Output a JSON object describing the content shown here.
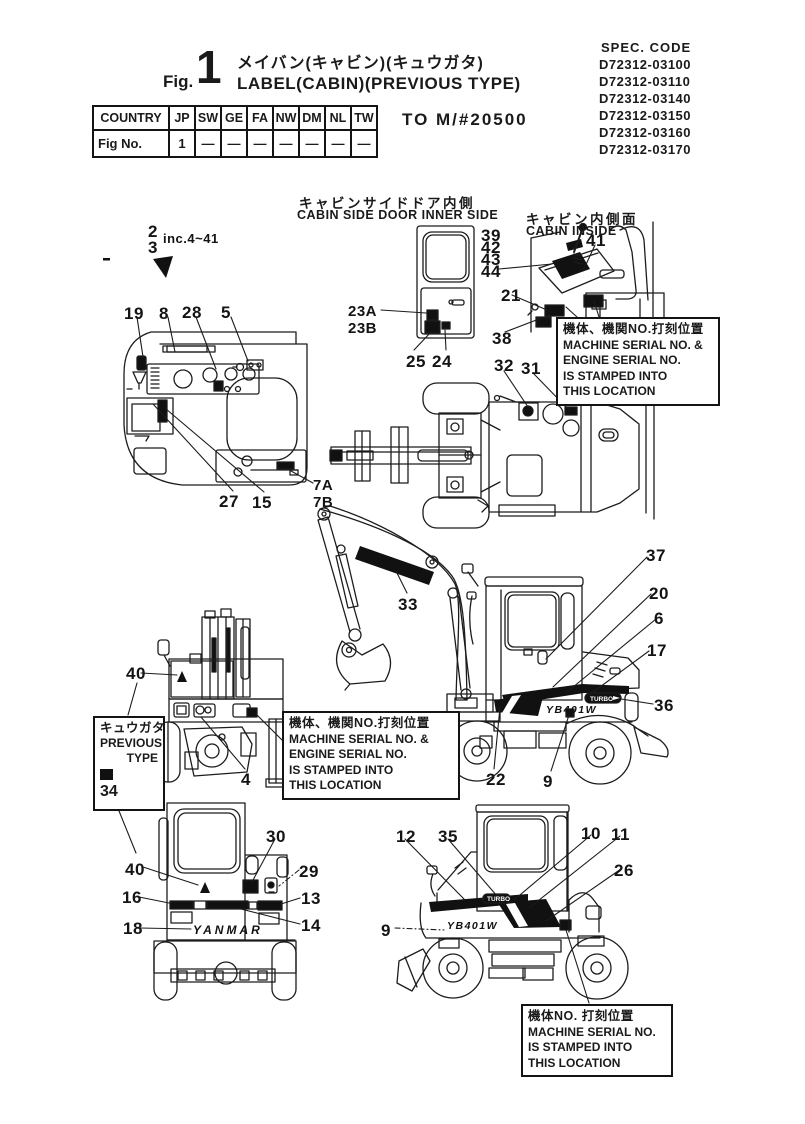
{
  "header": {
    "fig_label": "Fig.",
    "fig_number": "1",
    "title_jp": "メイバン(キャビン)(キュウガタ)",
    "title_en": "LABEL(CABIN)(PREVIOUS  TYPE)",
    "to_machine": "TO M/#20500",
    "spec_code_title": "SPEC. CODE",
    "spec_codes": [
      "D72312-03100",
      "D72312-03110",
      "D72312-03140",
      "D72312-03150",
      "D72312-03160",
      "D72312-03170"
    ]
  },
  "country_table": {
    "headers": [
      "COUNTRY",
      "JP",
      "SW",
      "GE",
      "FA",
      "NW",
      "DM",
      "NL",
      "TW"
    ],
    "row_label": "Fig No.",
    "values": [
      "1",
      "—",
      "—",
      "—",
      "—",
      "—",
      "—",
      "—"
    ]
  },
  "sections": {
    "door": {
      "jp": "キャビンサイドドア内側",
      "en": "CABIN SIDE DOOR INNER SIDE"
    },
    "cabin_inside": {
      "jp": "キャビン内側面",
      "en": "CABIN INSIDE"
    }
  },
  "notes": {
    "inc": {
      "n1": "2",
      "n2": "3",
      "text": "inc.4~41"
    },
    "serial_full": {
      "jp": "機体、機関NO.打刻位置",
      "l1": "MACHINE SERIAL NO. &",
      "l2": "ENGINE SERIAL NO.",
      "l3": "IS STAMPED INTO",
      "l4": "THIS LOCATION"
    },
    "serial_machine": {
      "jp": "機体NO. 打刻位置",
      "l1": "MACHINE SERIAL NO.",
      "l2": "IS STAMPED INTO",
      "l3": "THIS LOCATION"
    },
    "previous_type": {
      "jp": "キュウガタ",
      "l1": "PREVIOUS",
      "l2": "TYPE",
      "num": "34"
    }
  },
  "decals": {
    "yanmar": "YANMAR",
    "model": "YB401W",
    "turbo": "TURBO"
  },
  "labels": [
    {
      "t": "2"
    },
    {
      "t": "3"
    },
    {
      "t": "inc.4~41"
    },
    {
      "t": "19"
    },
    {
      "t": "8"
    },
    {
      "t": "28"
    },
    {
      "t": "5"
    },
    {
      "t": "27"
    },
    {
      "t": "15"
    },
    {
      "t": "7A"
    },
    {
      "t": "7B"
    },
    {
      "t": "23A"
    },
    {
      "t": "23B"
    },
    {
      "t": "25"
    },
    {
      "t": "24"
    },
    {
      "t": "39"
    },
    {
      "t": "42"
    },
    {
      "t": "43"
    },
    {
      "t": "44"
    },
    {
      "t": "21"
    },
    {
      "t": "38"
    },
    {
      "t": "41"
    },
    {
      "t": "32"
    },
    {
      "t": "31"
    },
    {
      "t": "33"
    },
    {
      "t": "37"
    },
    {
      "t": "20"
    },
    {
      "t": "6"
    },
    {
      "t": "17"
    },
    {
      "t": "36"
    },
    {
      "t": "22"
    },
    {
      "t": "9"
    },
    {
      "t": "40"
    },
    {
      "t": "4"
    },
    {
      "t": "40"
    },
    {
      "t": "30"
    },
    {
      "t": "29"
    },
    {
      "t": "16"
    },
    {
      "t": "13"
    },
    {
      "t": "14"
    },
    {
      "t": "18"
    },
    {
      "t": "12"
    },
    {
      "t": "35"
    },
    {
      "t": "10"
    },
    {
      "t": "11"
    },
    {
      "t": "26"
    },
    {
      "t": "9"
    }
  ]
}
